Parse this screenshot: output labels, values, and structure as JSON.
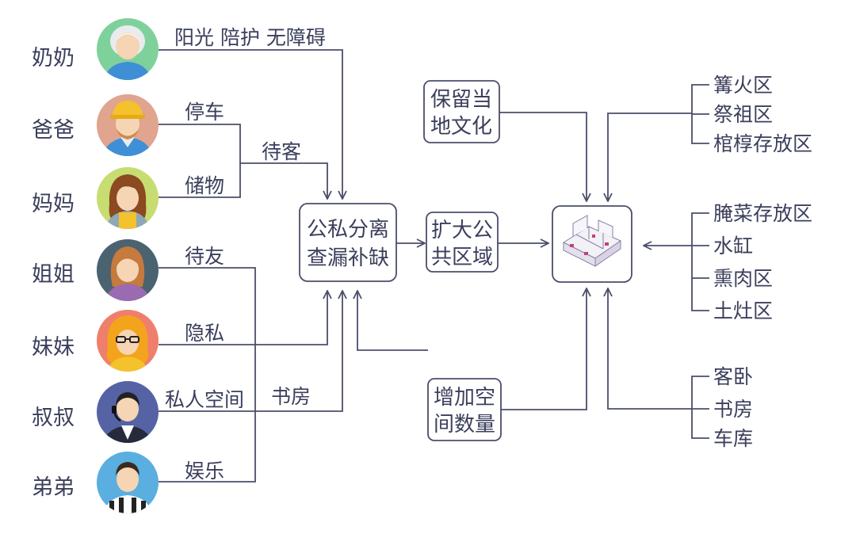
{
  "members": [
    {
      "name": "奶奶",
      "avatar_color": "#7fd19b",
      "icon": "grandmother-icon"
    },
    {
      "name": "爸爸",
      "avatar_color": "#e0a48f",
      "icon": "worker-father-icon"
    },
    {
      "name": "妈妈",
      "avatar_color": "#c7dd72",
      "icon": "mother-icon"
    },
    {
      "name": "姐姐",
      "avatar_color": "#4b6270",
      "icon": "sister-icon"
    },
    {
      "name": "妹妹",
      "avatar_color": "#ef7f6d",
      "icon": "younger-sister-icon"
    },
    {
      "name": "叔叔",
      "avatar_color": "#5563a5",
      "icon": "uncle-headset-icon"
    },
    {
      "name": "弟弟",
      "avatar_color": "#5aaee0",
      "icon": "brother-icon"
    }
  ],
  "needs": {
    "grandma": "阳光 陪护 无障碍",
    "parking": "停车",
    "hosting": "待客",
    "storage": "储物",
    "friends": "待友",
    "privacy": "隐私",
    "private_space": "私人空间",
    "study": "书房",
    "entertainment": "娱乐"
  },
  "boxes": {
    "separate": {
      "line1": "公私分离",
      "line2": "查漏补缺"
    },
    "expand": {
      "line1": "扩大公",
      "line2": "共区域"
    },
    "culture": {
      "line1": "保留当",
      "line2": "地文化"
    },
    "increase": {
      "line1": "增加空",
      "line2": "间数量"
    }
  },
  "house_model_icon": "house-floorplan-icon",
  "zones": {
    "culture": [
      "篝火区",
      "祭祖区",
      "棺椁存放区"
    ],
    "storage": [
      "腌菜存放区",
      "水缸",
      "熏肉区",
      "土灶区"
    ],
    "rooms": [
      "客卧",
      "书房",
      "车库"
    ]
  }
}
